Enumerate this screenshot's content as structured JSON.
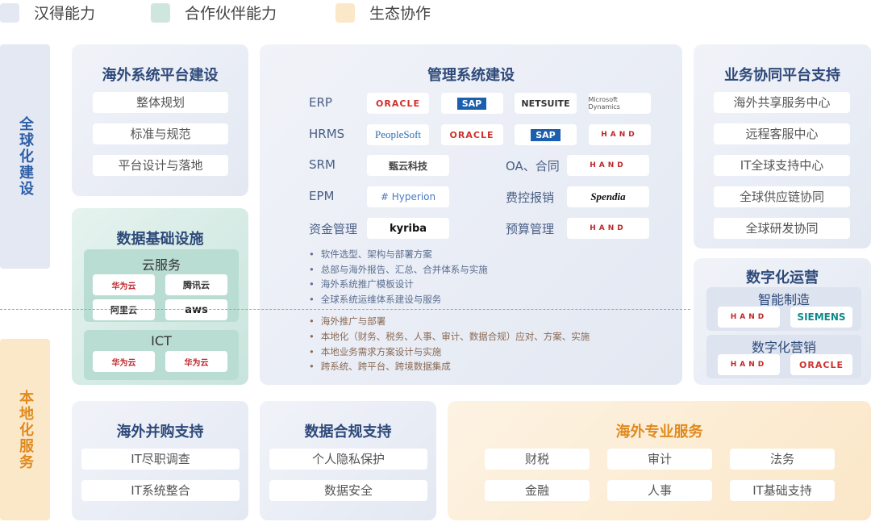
{
  "legend": [
    {
      "label": "汉得能力",
      "color": "#e4e8f3"
    },
    {
      "label": "合作伙伴能力",
      "color": "#cfe6df"
    },
    {
      "label": "生态协作",
      "color": "#fbe8c9"
    }
  ],
  "side": {
    "global": "全球化建设",
    "local": "本地化服务"
  },
  "platform": {
    "title": "海外系统平台建设",
    "items": [
      "整体规划",
      "标准与规范",
      "平台设计与落地"
    ]
  },
  "infra": {
    "title": "数据基础设施",
    "cloud": {
      "title": "云服务",
      "logos": [
        "华为云",
        "腾讯云",
        "阿里云",
        "aws"
      ]
    },
    "ict": {
      "title": "ICT",
      "logos": [
        "华为云",
        "华为云"
      ]
    }
  },
  "mgmt": {
    "title": "管理系统建设",
    "rows": [
      {
        "label": "ERP",
        "logos": [
          "ORACLE",
          "SAP",
          "NETSUITE",
          "Microsoft Dynamics"
        ]
      },
      {
        "label": "HRMS",
        "logos": [
          "PeopleSoft",
          "ORACLE",
          "SAP",
          "HAND"
        ]
      }
    ],
    "pairs": [
      {
        "label": "SRM",
        "logo": "甄云科技",
        "label2": "OA、合同",
        "logo2": "HAND"
      },
      {
        "label": "EPM",
        "logo": "# Hyperion",
        "label2": "费控报销",
        "logo2": "Spendia"
      },
      {
        "label": "资金管理",
        "logo": "kyriba",
        "label2": "预算管理",
        "logo2": "HAND"
      }
    ],
    "bullets_global": [
      "软件选型、架构与部署方案",
      "总部与海外报告、汇总、合并体系与实施",
      "海外系统推广模板设计",
      "全球系统运维体系建设与服务"
    ],
    "bullets_local": [
      "海外推广与部署",
      "本地化（财务、税务、人事、审计、数据合规）应对、方案、实施",
      "本地业务需求方案设计与实施",
      "跨系统、跨平台、跨境数据集成"
    ]
  },
  "collab": {
    "title": "业务协同平台支持",
    "items": [
      "海外共享服务中心",
      "远程客服中心",
      "IT全球支持中心",
      "全球供应链协同",
      "全球研发协同"
    ]
  },
  "digital": {
    "title": "数字化运营",
    "mfg": {
      "title": "智能制造",
      "logos": [
        "HAND",
        "SIEMENS"
      ]
    },
    "mkt": {
      "title": "数字化营销",
      "logos": [
        "HAND",
        "ORACLE"
      ]
    }
  },
  "mna": {
    "title": "海外并购支持",
    "items": [
      "IT尽职调查",
      "IT系统整合"
    ]
  },
  "compliance": {
    "title": "数据合规支持",
    "items": [
      "个人隐私保护",
      "数据安全"
    ]
  },
  "services": {
    "title": "海外专业服务",
    "items": [
      "财税",
      "审计",
      "法务",
      "金融",
      "人事",
      "IT基础支持"
    ]
  }
}
